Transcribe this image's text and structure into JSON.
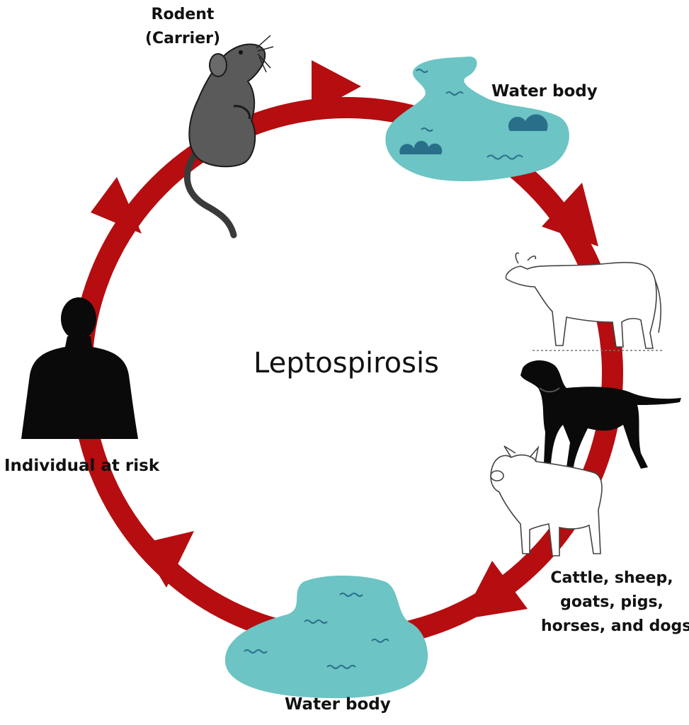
{
  "title": "Leptospirosis",
  "nodes": {
    "rodent": {
      "line1": "Rodent",
      "line2": "(Carrier)"
    },
    "water_top": {
      "label": "Water body"
    },
    "animals": {
      "line1": "Cattle, sheep,",
      "line2": "goats, pigs,",
      "line3": "horses, and dogs"
    },
    "water_bottom": {
      "label": "Water body"
    },
    "human": {
      "label": "Individual at risk"
    }
  },
  "colors": {
    "cycle": "#b50d10",
    "water": "#6cc4c4",
    "water_detail": "#2a6f8a",
    "rodent": "#5a5a5a",
    "silhouette": "#0a0a0a"
  },
  "icons": [
    "rodent-icon",
    "pond-icon",
    "cow-icon",
    "dog-icon",
    "pig-icon",
    "human-silhouette-icon"
  ]
}
